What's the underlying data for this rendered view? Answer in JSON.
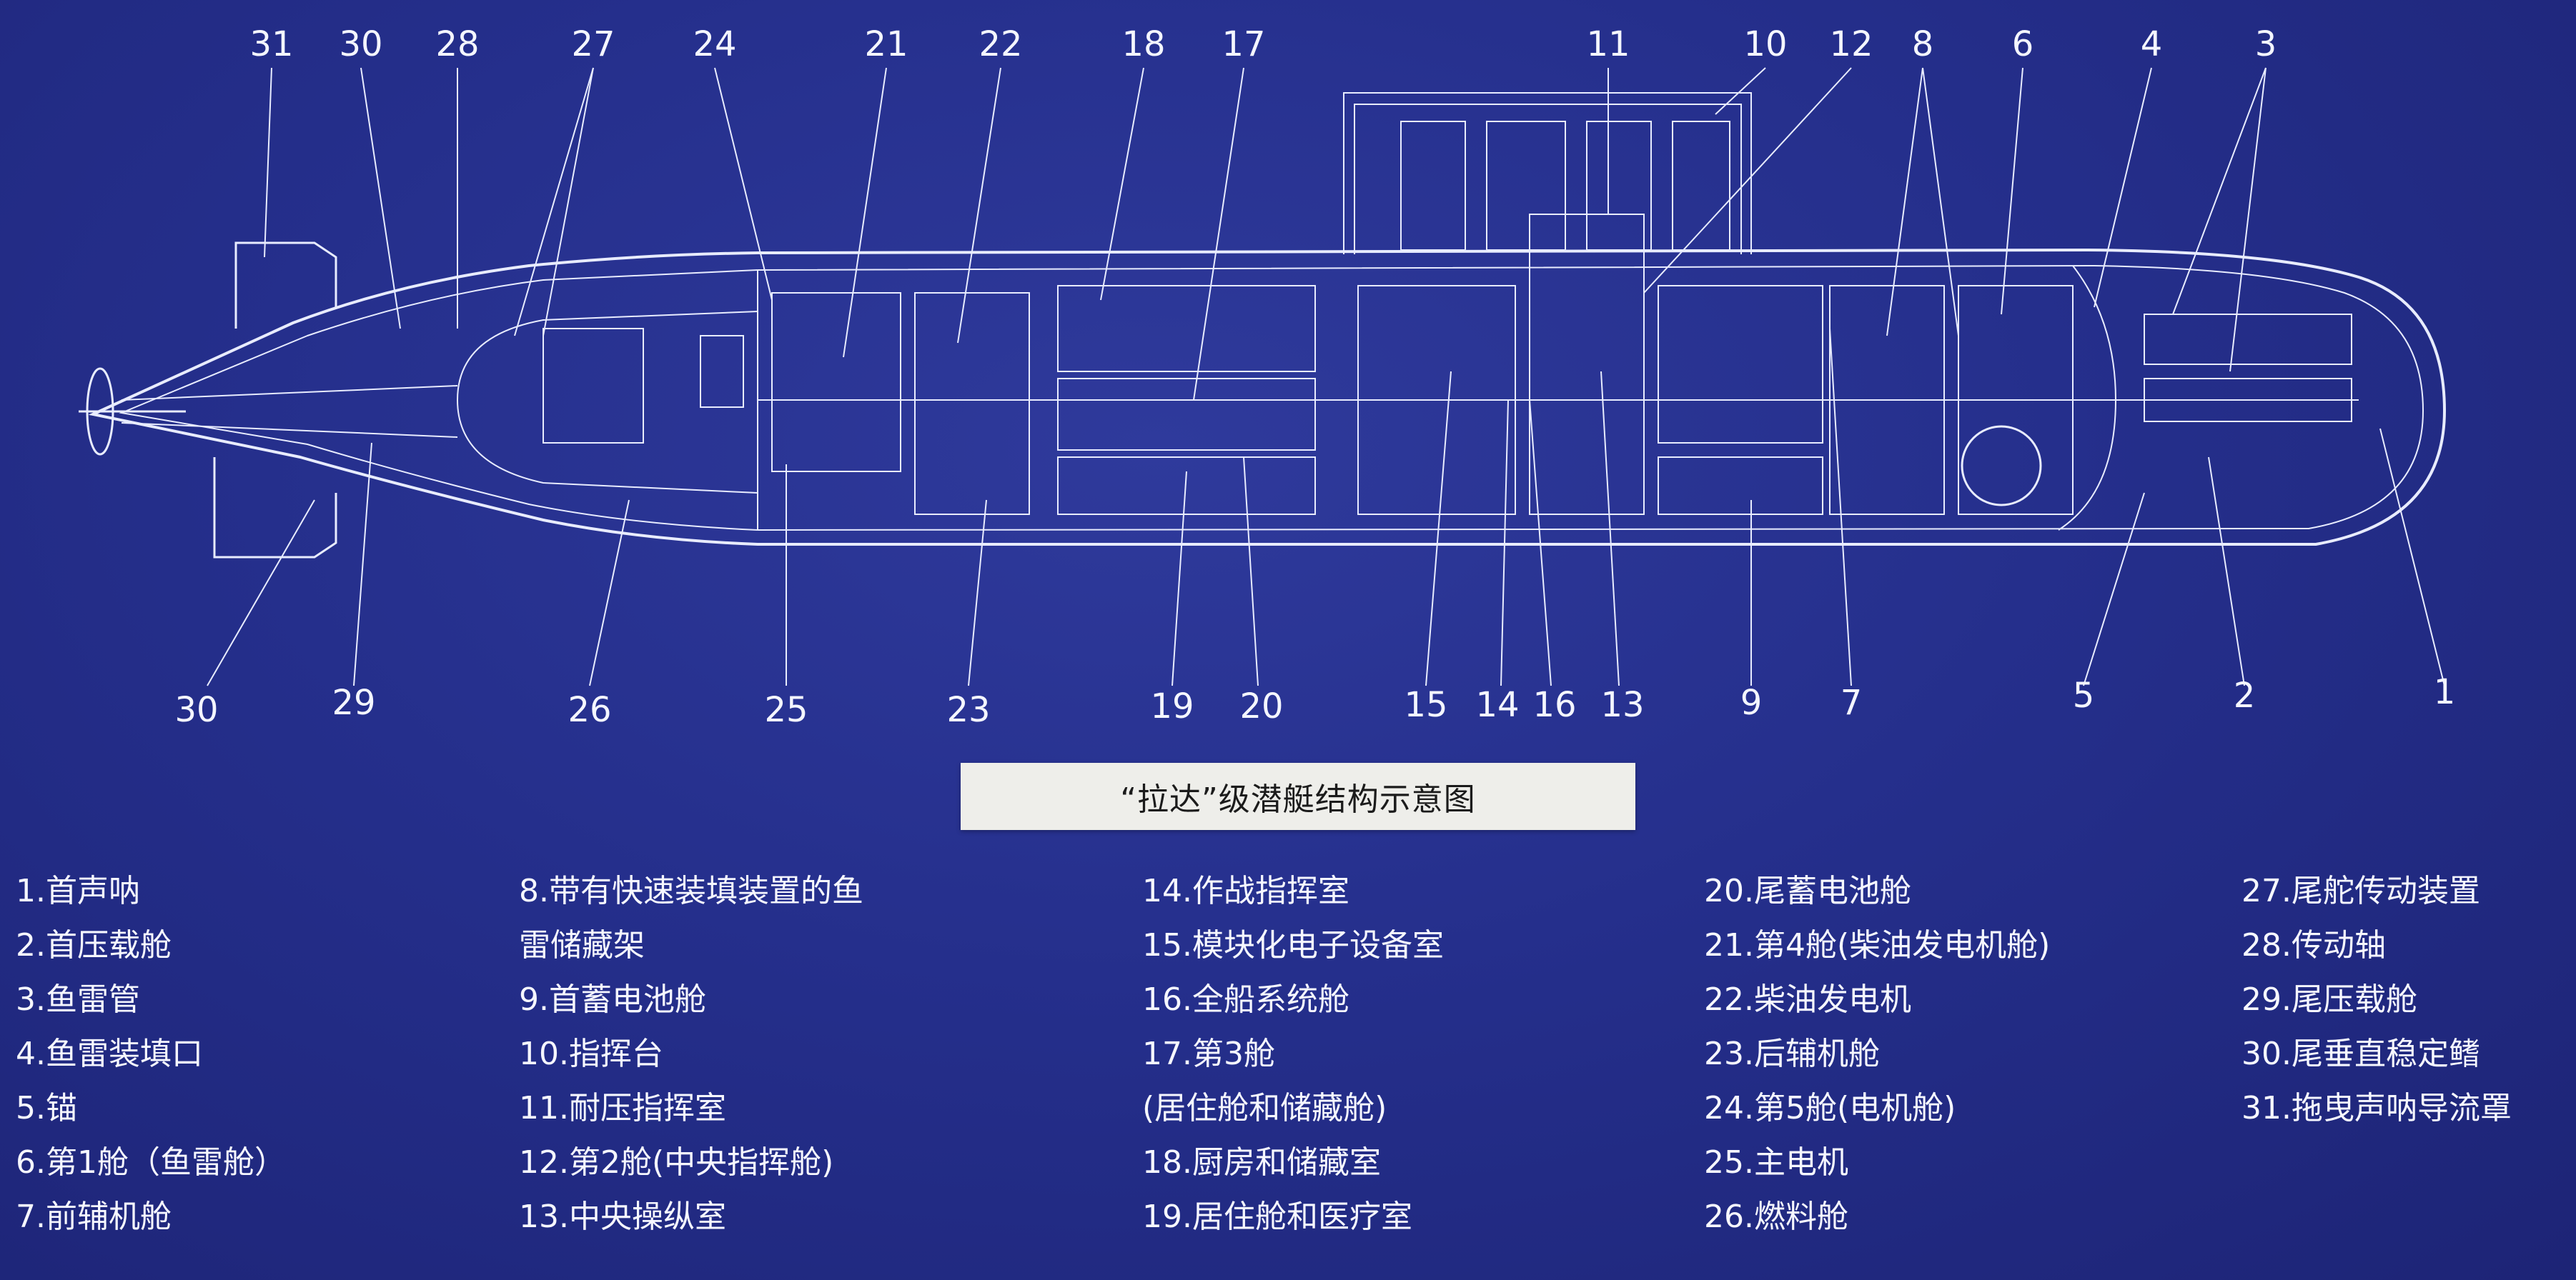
{
  "diagram": {
    "callout_numbers": {
      "top": [
        "31",
        "30",
        "28",
        "27",
        "24",
        "21",
        "22",
        "18",
        "17",
        "11",
        "10",
        "12",
        "8",
        "6",
        "4",
        "3"
      ],
      "bottom": [
        "30",
        "29",
        "26",
        "25",
        "23",
        "19",
        "20",
        "15",
        "14",
        "16",
        "13",
        "9",
        "7",
        "5",
        "2",
        "1"
      ]
    }
  },
  "caption": "“拉达”级潜艇结构示意图",
  "legend": {
    "col1": [
      "1.首声呐",
      "2.首压载舱",
      "3.鱼雷管",
      "4.鱼雷装填口",
      "5.锚",
      "6.第1舱（鱼雷舱）",
      "7.前辅机舱"
    ],
    "col2": [
      "8.带有快速装填装置的鱼",
      "雷储藏架",
      "9.首蓄电池舱",
      "10.指挥台",
      "11.耐压指挥室",
      "12.第2舱(中央指挥舱)",
      "13.中央操纵室"
    ],
    "col3": [
      "14.作战指挥室",
      "15.模块化电子设备室",
      "16.全船系统舱",
      "17.第3舱",
      "(居住舱和储藏舱)",
      "18.厨房和储藏室",
      "19.居住舱和医疗室"
    ],
    "col4": [
      "20.尾蓄电池舱",
      "21.第4舱(柴油发电机舱)",
      "22.柴油发电机",
      "23.后辅机舱",
      "24.第5舱(电机舱)",
      "25.主电机",
      "26.燃料舱"
    ],
    "col5": [
      "27.尾舵传动装置",
      "28.传动轴",
      "29.尾压载舱",
      "30.尾垂直稳定鳍",
      "31.拖曳声呐导流罩"
    ]
  },
  "colors": {
    "background": "#252f8c",
    "line": "#e8ecff",
    "caption_bg": "#eeeeea"
  }
}
